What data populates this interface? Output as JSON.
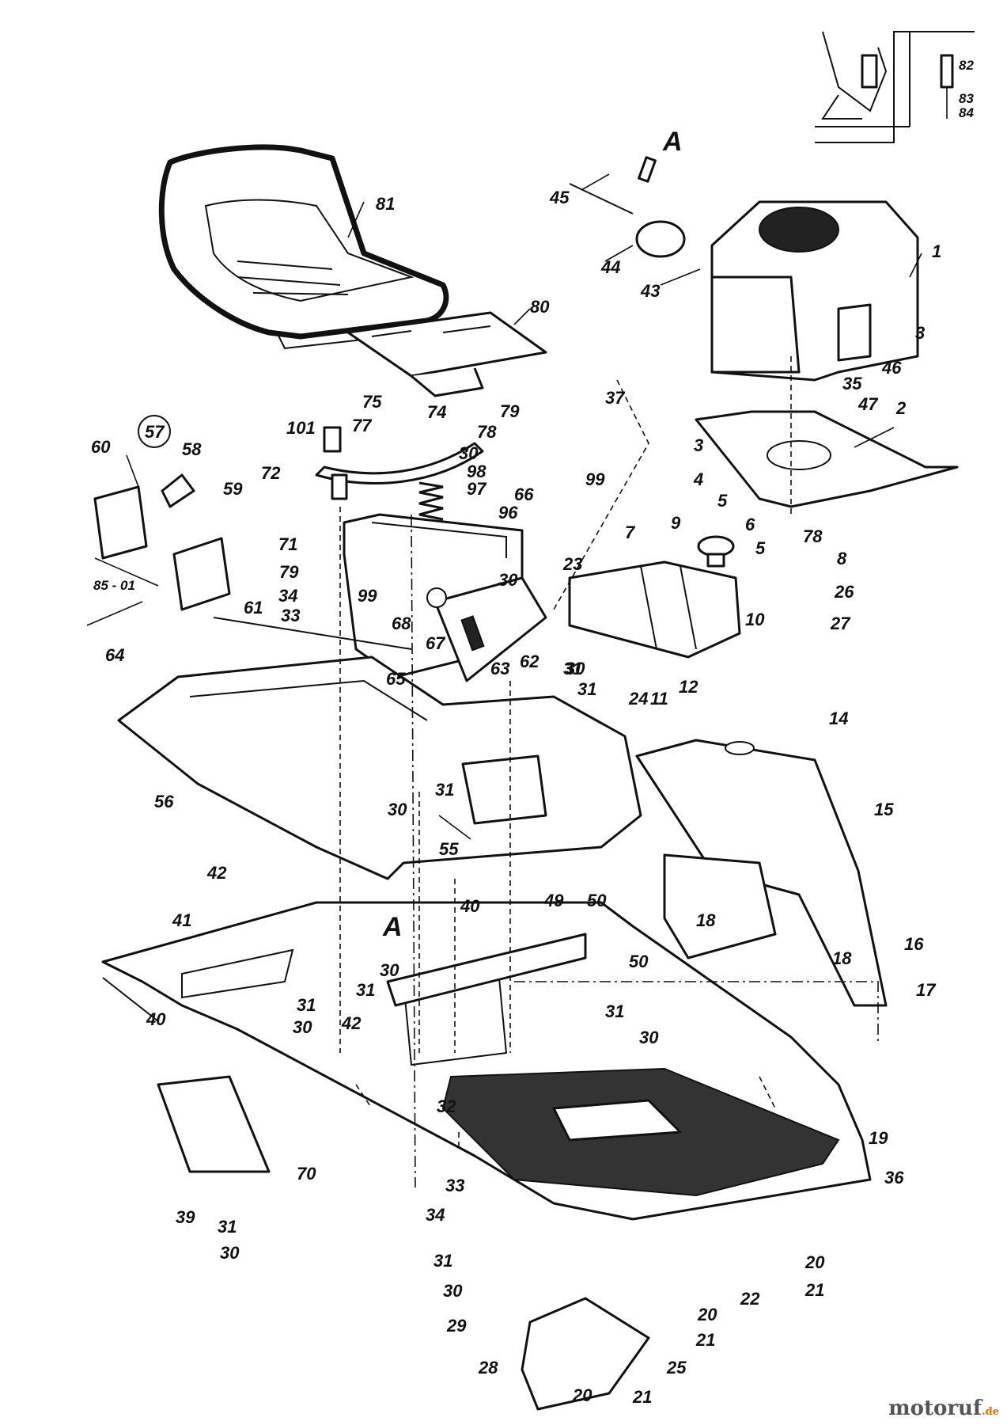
{
  "labels": {
    "n1": "1",
    "n2": "2",
    "n3a": "3",
    "n3b": "3",
    "n4": "4",
    "n5a": "5",
    "n5b": "5",
    "n6": "6",
    "n7": "7",
    "n8": "8",
    "n9": "9",
    "n10": "10",
    "n11": "11",
    "n12": "12",
    "n14": "14",
    "n15": "15",
    "n16": "16",
    "n17": "17",
    "n18a": "18",
    "n18b": "18",
    "n19": "19",
    "n20a": "20",
    "n20b": "20",
    "n20c": "20",
    "n21a": "21",
    "n21b": "21",
    "n21c": "21",
    "n22": "22",
    "n23": "23",
    "n24": "24",
    "n25": "25",
    "n26": "26",
    "n27": "27",
    "n28": "28",
    "n29": "29",
    "n30a": "30",
    "n30b": "30",
    "n30c": "30",
    "n30d": "30",
    "n30e": "30",
    "n30f": "30",
    "n30g": "30",
    "n30h": "30",
    "n30i": "30",
    "n31a": "31",
    "n31b": "31",
    "n31c": "31",
    "n31d": "31",
    "n31e": "31",
    "n31f": "31",
    "n31g": "31",
    "n31h": "31",
    "n32": "32",
    "n33a": "33",
    "n33b": "33",
    "n34a": "34",
    "n34b": "34",
    "n35": "35",
    "n36": "36",
    "n37": "37",
    "n39": "39",
    "n40a": "40",
    "n40b": "40",
    "n41": "41",
    "n42a": "42",
    "n42b": "42",
    "n43": "43",
    "n44": "44",
    "n45": "45",
    "n46": "46",
    "n47": "47",
    "n49": "49",
    "n50a": "50",
    "n50b": "50",
    "n55": "55",
    "n56": "56",
    "n57": "57",
    "n58": "58",
    "n59": "59",
    "n60": "60",
    "n61": "61",
    "n62": "62",
    "n63": "63",
    "n64": "64",
    "n65": "65",
    "n66": "66",
    "n67": "67",
    "n68": "68",
    "n70": "70",
    "n71": "71",
    "n72": "72",
    "n74": "74",
    "n75": "75",
    "n77": "77",
    "n78a": "78",
    "n78b": "78",
    "n79a": "79",
    "n79b": "79",
    "n80": "80",
    "n81": "81",
    "n82": "82",
    "n83": "83",
    "n84": "84",
    "n85": "85 - 01",
    "n96": "96",
    "n97": "97",
    "n98": "98",
    "n99a": "99",
    "n99b": "99",
    "n101": "101",
    "markerA1": "A",
    "markerA2": "A"
  },
  "watermark": {
    "brand": "motoruf",
    "tld": ".de"
  }
}
